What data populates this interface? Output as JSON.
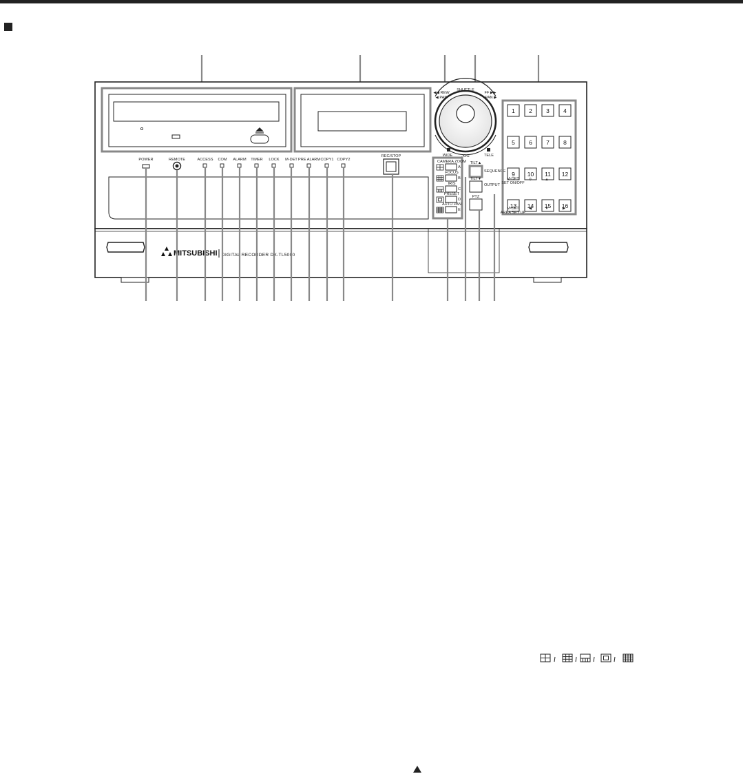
{
  "panel": {
    "brand": "MITSUBISHI",
    "model": "DIGITAL RECORDER DX-TL5000",
    "indicators": [
      "POWER",
      "REMOTE",
      "ACCESS",
      "COM",
      "ALARM",
      "TIMER",
      "LOCK",
      "M-DET",
      "PRE ALARM",
      "COPY1",
      "COPY2"
    ],
    "rec_stop": "REC/STOP",
    "jog": {
      "shuttle": "SHUTTLE",
      "rew": "◀◀ REW",
      "ff": "FF ▶▶",
      "pan_left": "◀ PAN",
      "pan_right": "PAN ▶",
      "jog": "JOG",
      "wide": "WIDE",
      "tele": "TELE"
    },
    "split_labels": [
      "CAMERA ZOOM",
      "FOCUS",
      "IRIS",
      "PRESET",
      "AUTO PAN"
    ],
    "split_letters": [
      "A",
      "B",
      "C",
      "D",
      "E"
    ],
    "tilt_up": "TILT▲",
    "sequence": "SEQUENCE",
    "tilt_down": "TILT▼",
    "output": "OUTPUT",
    "ptz": "PTZ",
    "keypad": [
      "1",
      "2",
      "3",
      "4",
      "5",
      "6",
      "7",
      "8",
      "9",
      "10",
      "11",
      "12",
      "13",
      "14",
      "15",
      "16"
    ],
    "key_sublabels": {
      "k9": "M-DET\nSET ON/OFF",
      "k10": "0",
      "k11": "▲",
      "k13": "M-DET\nAREA SET UP",
      "k14": "◀",
      "k15": "▼",
      "k16": "▶"
    }
  }
}
